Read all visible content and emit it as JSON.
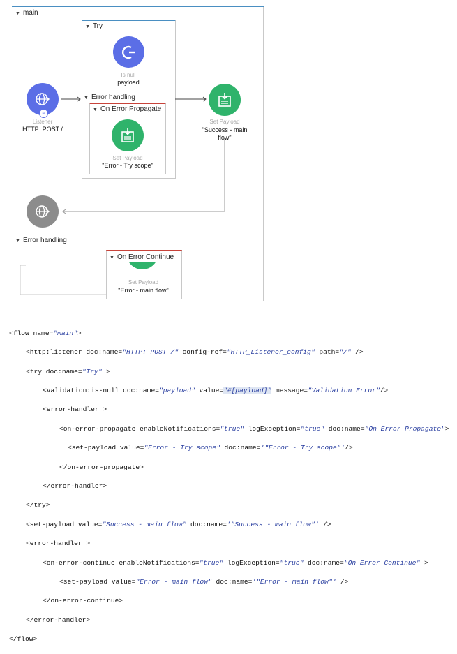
{
  "flow": {
    "main_label": "main",
    "try_label": "Try",
    "error_handling_inner": "Error handling",
    "on_error_propagate": "On Error Propagate",
    "error_handling_outer": "Error handling",
    "on_error_continue": "On Error Continue",
    "listener": {
      "type": "Listener",
      "name": "HTTP: POST /"
    },
    "is_null": {
      "type": "Is null",
      "name": "payload"
    },
    "set_payload_try": {
      "type": "Set Payload",
      "name": "\"Error - Try scope\""
    },
    "set_payload_main": {
      "type": "Set Payload",
      "name_line1": "\"Success - main",
      "name_line2": "flow\""
    },
    "set_payload_error": {
      "type": "Set Payload",
      "name": "\"Error - main flow\""
    },
    "colors": {
      "blue_node": "#5b6ee6",
      "green_node": "#2fb36b",
      "gray_node": "#8c8c8c",
      "accent_line": "#4a8fc2",
      "error_red": "#c8433a"
    }
  },
  "code": {
    "l1": "<flow name=",
    "l1v": "\"main\"",
    "l1e": ">",
    "l2a": "<http:listener doc:name=",
    "l2b": "\"HTTP: POST /\"",
    "l2c": " config-ref=",
    "l2d": "\"HTTP_Listener_config\"",
    "l2e": " path=",
    "l2f": "\"/\"",
    "l2g": " />",
    "l3a": "<try doc:name=",
    "l3b": "\"Try\"",
    "l3c": " >",
    "l4a": "<validation:is-null doc:name=",
    "l4b": "\"payload\"",
    "l4c": " value=",
    "l4d": "\"#[payload]\"",
    "l4e": " message=",
    "l4f": "\"Validation Error\"",
    "l4g": "/>",
    "l5": "<error-handler >",
    "l6a": "<on-error-propagate enableNotifications=",
    "l6b": "\"true\"",
    "l6c": " logException=",
    "l6d": "\"true\"",
    "l6e": " doc:name=",
    "l6f": "\"On Error Propagate\"",
    "l6g": ">",
    "l7a": "<set-payload value=",
    "l7b": "\"Error - Try scope\"",
    "l7c": " doc:name=",
    "l7d": "'\"Error - Try scope\"'",
    "l7e": "/>",
    "l8": "</on-error-propagate>",
    "l9": "</error-handler>",
    "l10": "</try>",
    "l11a": "<set-payload value=",
    "l11b": "\"Success - main flow\"",
    "l11c": " doc:name=",
    "l11d": "'\"Success - main flow\"'",
    "l11e": " />",
    "l12": "<error-handler >",
    "l13a": "<on-error-continue enableNotifications=",
    "l13b": "\"true\"",
    "l13c": " logException=",
    "l13d": "\"true\"",
    "l13e": " doc:name=",
    "l13f": "\"On Error Continue\"",
    "l13g": " >",
    "l14a": "<set-payload value=",
    "l14b": "\"Error - main flow\"",
    "l14c": " doc:name=",
    "l14d": "'\"Error - main flow\"'",
    "l14e": " />",
    "l15": "</on-error-continue>",
    "l16": "</error-handler>",
    "l17": "</flow>"
  }
}
